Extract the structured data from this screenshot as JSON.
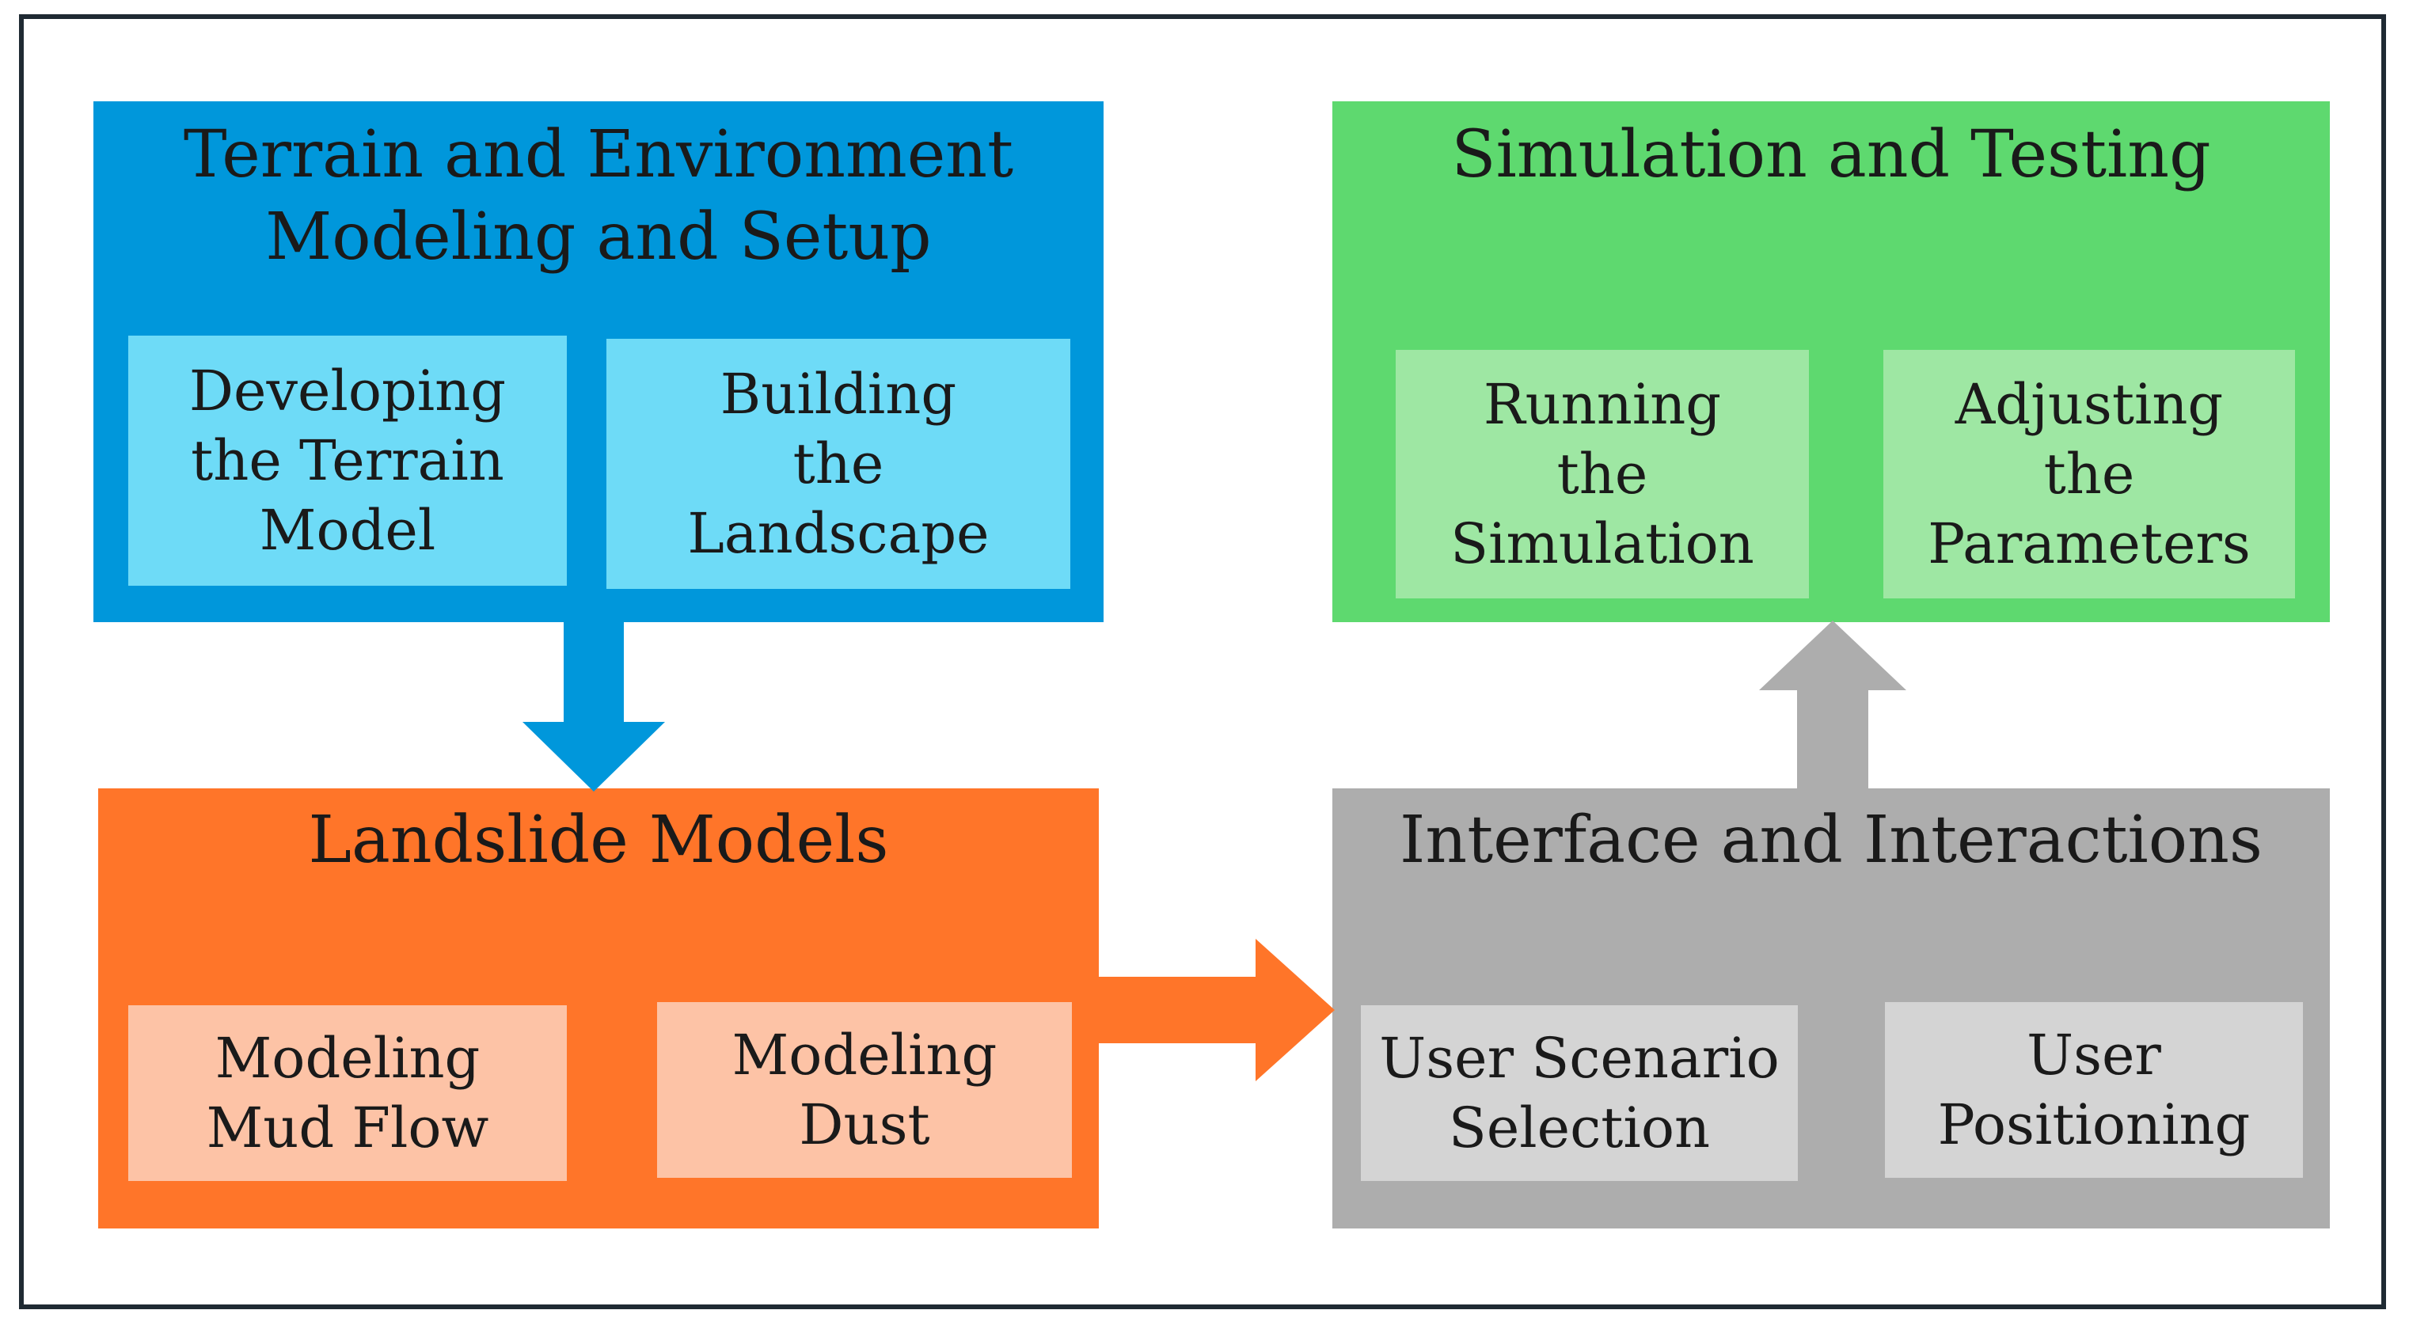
{
  "diagram": {
    "colors": {
      "terrain": "#0097DB",
      "terrain_sub": "#6EDBF7",
      "simulation": "#5ED96F",
      "simulation_sub": "#9EE7A3",
      "landslide": "#FF7529",
      "landslide_sub": "#FDC3A6",
      "interface": "#ADADAD",
      "interface_sub": "#D4D4D4",
      "frame": "#1F2A33"
    },
    "terrain": {
      "title": "Terrain and Environment\nModeling and Setup",
      "sub1": "Developing\nthe Terrain\nModel",
      "sub2": "Building\nthe\nLandscape"
    },
    "simulation": {
      "title": "Simulation and Testing",
      "sub1": "Running\nthe\nSimulation",
      "sub2": "Adjusting\nthe\nParameters"
    },
    "landslide": {
      "title": "Landslide Models",
      "sub1": "Modeling\nMud Flow",
      "sub2": "Modeling\nDust"
    },
    "interface": {
      "title": "Interface and Interactions",
      "sub1": "User Scenario\nSelection",
      "sub2": "User\nPositioning"
    },
    "arrows": [
      {
        "from": "terrain",
        "to": "landslide",
        "direction": "down"
      },
      {
        "from": "landslide",
        "to": "interface",
        "direction": "right"
      },
      {
        "from": "interface",
        "to": "simulation",
        "direction": "up"
      }
    ]
  }
}
